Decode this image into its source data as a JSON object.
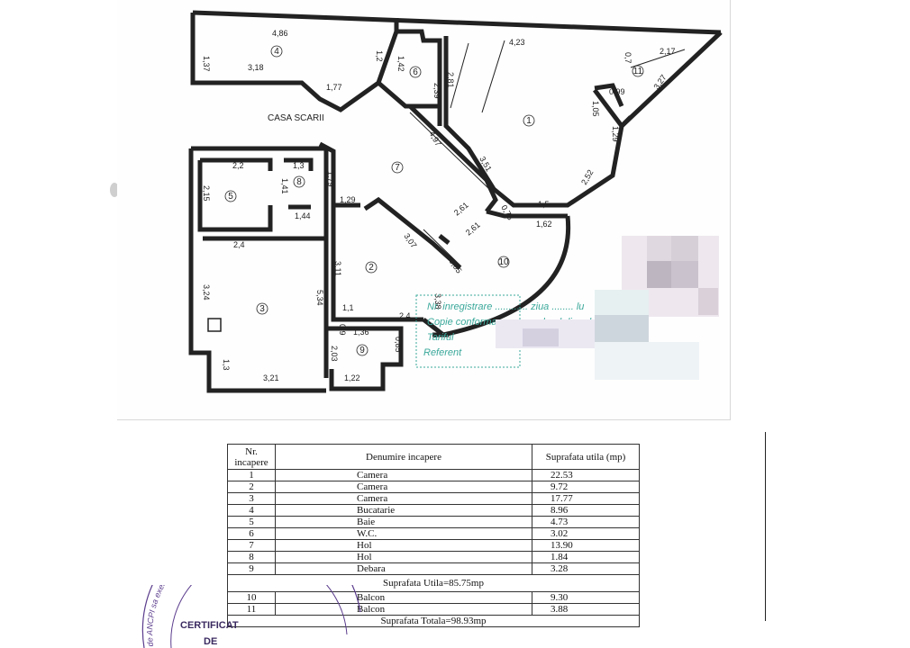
{
  "plan": {
    "stairs_label": "CASA SCARII",
    "room_numbers": [
      "1",
      "2",
      "3",
      "4",
      "5",
      "6",
      "7",
      "8",
      "9",
      "10",
      "11"
    ],
    "dimensions": [
      "4,86",
      "1,37",
      "3,18",
      "1,77",
      "1,2",
      "1,42",
      "2,39",
      "2,81",
      "4,23",
      "2,17",
      "0,7",
      "3,27",
      "0,99",
      "1,05",
      "1,29",
      "4,97",
      "3,51",
      "2,52",
      "1,5",
      "1,62",
      "0,73",
      "2,61",
      "2,61",
      "3,07",
      "0,65",
      "2,2",
      "1,3",
      "1,79",
      "1,41",
      "2,15",
      "1,29",
      "1,44",
      "2,4",
      "3,24",
      "3,11",
      "5,34",
      "1,1",
      "2,4",
      "0,9",
      "1,36",
      "0,85",
      "2,03",
      "1,3",
      "3,21",
      "1,22",
      "3,38"
    ]
  },
  "stamp": {
    "line1": "Nr. inregistrare ............ ziua ........ lu",
    "line2": "Copie conforma cu exemplarul din arh",
    "line3": "Tariful",
    "line4": "Referent"
  },
  "table": {
    "headers": {
      "nr": "Nr. incapere",
      "name": "Denumire incapere",
      "area": "Suprafata utila (mp)"
    },
    "rows": [
      {
        "nr": "1",
        "name": "Camera",
        "area": "22.53"
      },
      {
        "nr": "2",
        "name": "Camera",
        "area": "9.72"
      },
      {
        "nr": "3",
        "name": "Camera",
        "area": "17.77"
      },
      {
        "nr": "4",
        "name": "Bucatarie",
        "area": "8.96"
      },
      {
        "nr": "5",
        "name": "Baie",
        "area": "4.73"
      },
      {
        "nr": "6",
        "name": "W.C.",
        "area": "3.02"
      },
      {
        "nr": "7",
        "name": "Hol",
        "area": "13.90"
      },
      {
        "nr": "8",
        "name": "Hol",
        "area": "1.84"
      },
      {
        "nr": "9",
        "name": "Debara",
        "area": "3.28"
      }
    ],
    "subtotal": "Suprafata Utila=85.75mp",
    "balcony_rows": [
      {
        "nr": "10",
        "name": "Balcon",
        "area": "9.30"
      },
      {
        "nr": "11",
        "name": "Balcon",
        "area": "3.88"
      }
    ],
    "total": "Suprafata Totala=98.93mp"
  },
  "seal": {
    "ring_text": "de ANCPI sa execute lucrari de cadastru",
    "center_text1": "CERTIFICAT",
    "center_text2": "DE"
  },
  "colors": {
    "stamp": "#3aa89a",
    "wall": "#222222",
    "seal": "#5a3b8c"
  }
}
